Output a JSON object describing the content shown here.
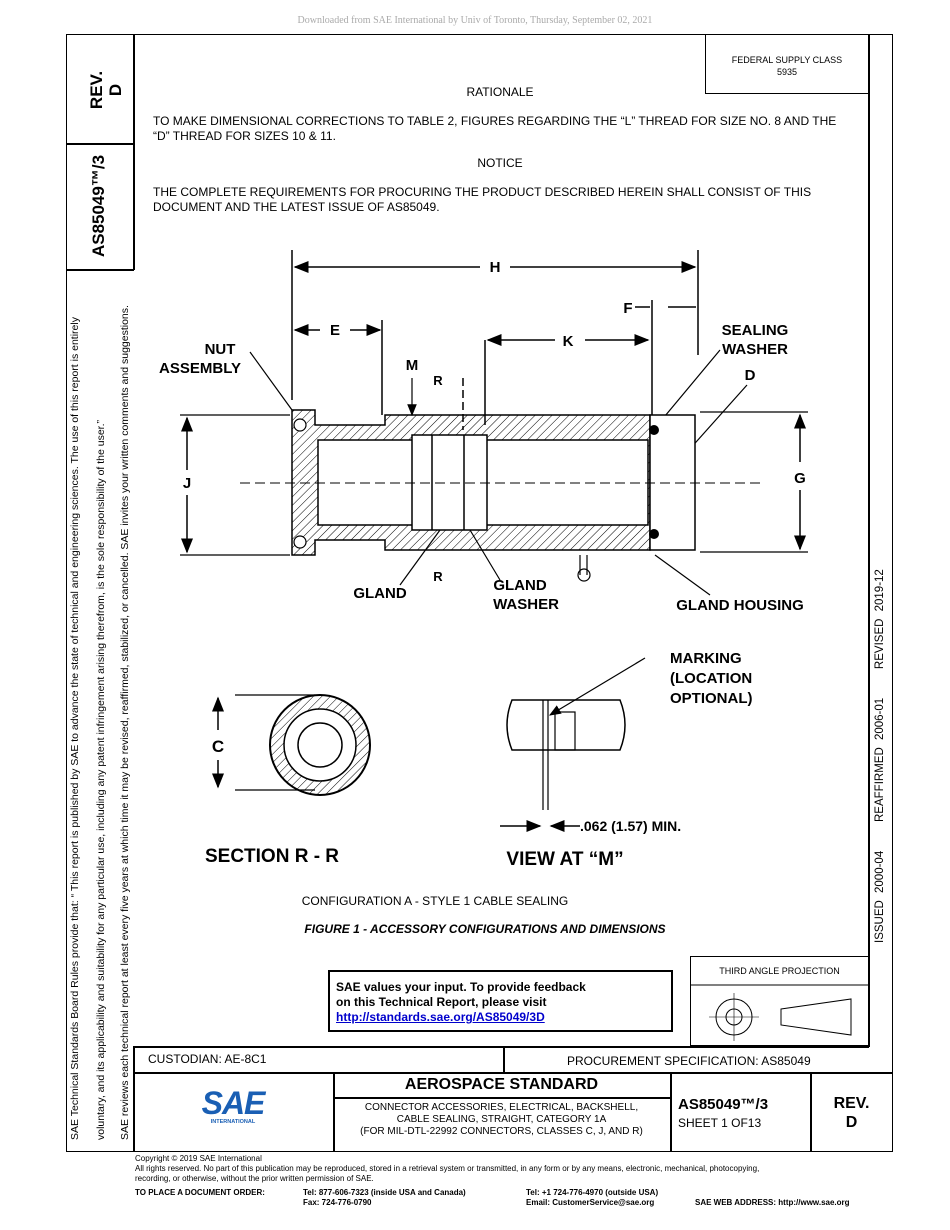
{
  "download_notice": "Downloaded from SAE International by Univ of Toronto, Thursday, September 02, 2021",
  "side_header": {
    "rev_label": "REV.",
    "rev_value": "D",
    "doc_number": "AS85049™/3"
  },
  "federal_supply": {
    "label": "FEDERAL SUPPLY CLASS",
    "value": "5935"
  },
  "rationale": {
    "heading": "RATIONALE",
    "text": "TO MAKE DIMENSIONAL CORRECTIONS TO TABLE 2, FIGURES REGARDING THE “L” THREAD FOR SIZE NO. 8 AND THE “D” THREAD FOR SIZES 10 & 11."
  },
  "notice": {
    "heading": "NOTICE",
    "text": "THE COMPLETE REQUIREMENTS FOR PROCURING THE PRODUCT DESCRIBED HEREIN SHALL CONSIST OF THIS DOCUMENT AND THE LATEST ISSUE OF AS85049."
  },
  "left_margin": {
    "line1": "SAE Technical Standards Board Rules provide that: “ This report is published by SAE to advance the state of technical and engineering sciences. The use of this report is entirely",
    "line2": "voluntary, and its applicability and suitability for any particular use, including any patent infringement arising therefrom, is the sole responsibility of the user.”",
    "line3": "SAE reviews each technical report at least every five years at which time it may be revised, reaffirmed, stabilized, or cancelled. SAE invites your written comments and suggestions."
  },
  "right_margin": {
    "issued": "ISSUED 2000-04",
    "reaffirmed": "REAFFIRMED 2006-01",
    "revised": "REVISED 2019-12"
  },
  "drawing": {
    "dims": {
      "H": "H",
      "E": "E",
      "F": "F",
      "K": "K",
      "M": "M",
      "R": "R",
      "J": "J",
      "G": "G",
      "D": "D",
      "C": "C"
    },
    "labels": {
      "nut_assembly_1": "NUT",
      "nut_assembly_2": "ASSEMBLY",
      "sealing_washer_1": "SEALING",
      "sealing_washer_2": "WASHER",
      "gland": "GLAND",
      "gland_washer_1": "GLAND",
      "gland_washer_2": "WASHER",
      "gland_housing": "GLAND HOUSING",
      "marking_1": "MARKING",
      "marking_2": "(LOCATION",
      "marking_3": "OPTIONAL)",
      "min_dim": ".062 (1.57) MIN.",
      "section": "SECTION  R - R",
      "view": "VIEW AT “M”"
    }
  },
  "configuration_caption": "CONFIGURATION A - STYLE 1 CABLE SEALING",
  "figure_caption": "FIGURE 1 - ACCESSORY CONFIGURATIONS AND DIMENSIONS",
  "feedback": {
    "line1": "SAE values your input. To provide feedback",
    "line2": "on this Technical Report, please visit",
    "link": "http://standards.sae.org/AS85049/3D"
  },
  "third_angle": "THIRD ANGLE PROJECTION",
  "title_block": {
    "custodian": "CUSTODIAN: AE-8C1",
    "procurement": "PROCUREMENT SPECIFICATION: AS85049",
    "standard_type": "AEROSPACE STANDARD",
    "desc1": "CONNECTOR ACCESSORIES, ELECTRICAL, BACKSHELL,",
    "desc2": "CABLE SEALING, STRAIGHT, CATEGORY 1A",
    "desc3": "(FOR MIL-DTL-22992 CONNECTORS, CLASSES C, J, AND R)",
    "doc_number": "AS85049™/3",
    "sheet": "SHEET 1 OF13",
    "rev_label": "REV.",
    "rev_value": "D",
    "logo_text": "SAE",
    "logo_sub": "INTERNATIONAL"
  },
  "footer": {
    "copyright": "Copyright © 2019 SAE International",
    "rights1": "All rights reserved. No part of this publication may be reproduced, stored in a retrieval system or transmitted, in any form or by any means, electronic, mechanical, photocopying,",
    "rights2": "recording, or otherwise, without the prior written permission of SAE.",
    "order_label": "TO PLACE A DOCUMENT ORDER:",
    "tel_us": "Tel:  877-606-7323 (inside USA and Canada)",
    "fax": "Fax:  724-776-0790",
    "tel_out": "Tel:  +1 724-776-4970 (outside USA)",
    "email": "Email:  CustomerService@sae.org",
    "web": "SAE WEB ADDRESS:  http://www.sae.org"
  }
}
